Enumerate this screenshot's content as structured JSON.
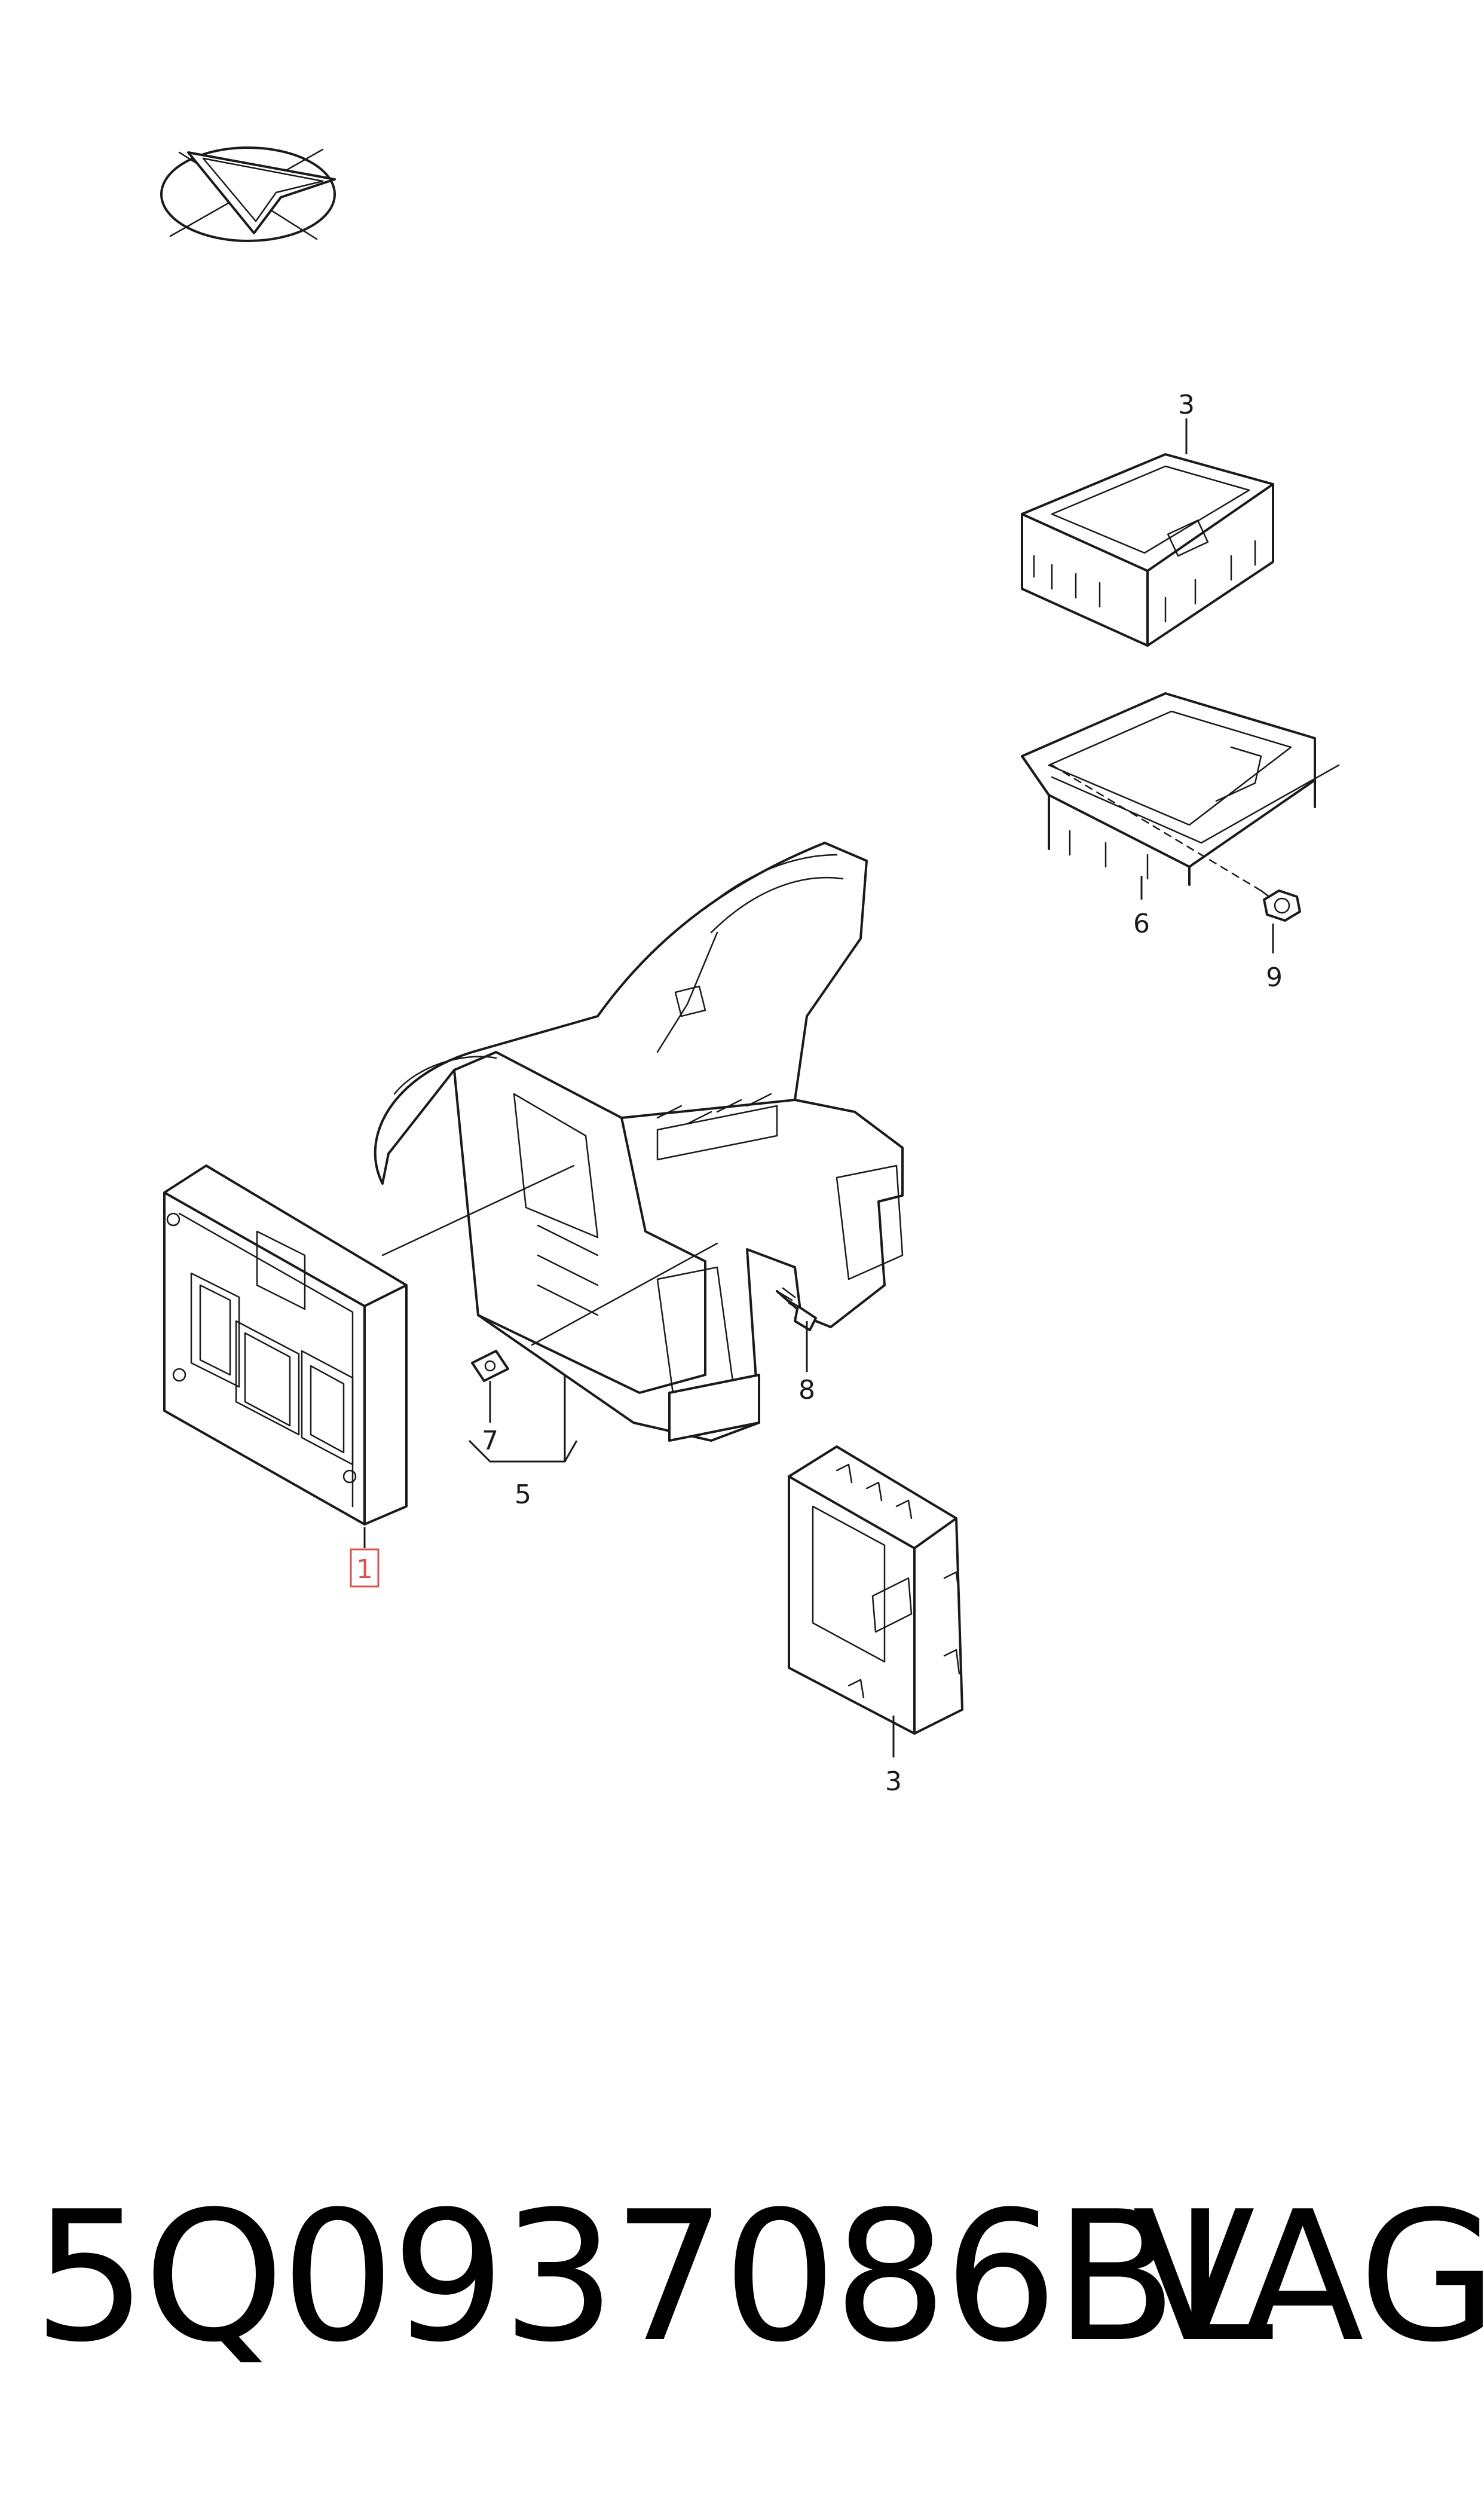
{
  "diagram": {
    "callouts": [
      {
        "id": "callout-1",
        "label": "1",
        "highlighted": true
      },
      {
        "id": "callout-3-top",
        "label": "3"
      },
      {
        "id": "callout-3-bottom",
        "label": "3"
      },
      {
        "id": "callout-5",
        "label": "5"
      },
      {
        "id": "callout-6",
        "label": "6"
      },
      {
        "id": "callout-7",
        "label": "7"
      },
      {
        "id": "callout-8",
        "label": "8"
      },
      {
        "id": "callout-9",
        "label": "9"
      }
    ],
    "highlight_color": "#d9534f"
  },
  "footer": {
    "part_number": "5Q0937086BL",
    "brand": "VAG"
  }
}
